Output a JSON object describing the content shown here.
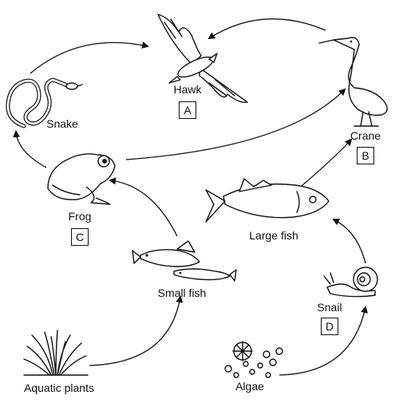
{
  "organisms": {
    "hawk": {
      "name": "Hawk",
      "letter": "A",
      "icon": "hawk-icon"
    },
    "crane": {
      "name": "Crane",
      "letter": "B",
      "icon": "crane-icon"
    },
    "snake": {
      "name": "Snake",
      "icon": "snake-icon"
    },
    "frog": {
      "name": "Frog",
      "letter": "C",
      "icon": "frog-icon"
    },
    "large_fish": {
      "name": "Large fish",
      "icon": "large-fish-icon"
    },
    "small_fish": {
      "name": "Small fish",
      "icon": "small-fish-icon"
    },
    "snail": {
      "name": "Snail",
      "letter": "D",
      "icon": "snail-icon"
    },
    "aquatic_plants": {
      "name": "Aquatic plants",
      "icon": "aquatic-plants-icon"
    },
    "algae": {
      "name": "Algae",
      "icon": "algae-icon"
    }
  },
  "food_web_links": [
    {
      "from": "Aquatic plants",
      "to": "Small fish"
    },
    {
      "from": "Small fish",
      "to": "Frog"
    },
    {
      "from": "Frog",
      "to": "Snake"
    },
    {
      "from": "Snake",
      "to": "Hawk"
    },
    {
      "from": "Crane",
      "to": "Hawk"
    },
    {
      "from": "Frog",
      "to": "Crane"
    },
    {
      "from": "Large fish",
      "to": "Crane"
    },
    {
      "from": "Snail",
      "to": "Large fish"
    },
    {
      "from": "Algae",
      "to": "Snail"
    }
  ]
}
